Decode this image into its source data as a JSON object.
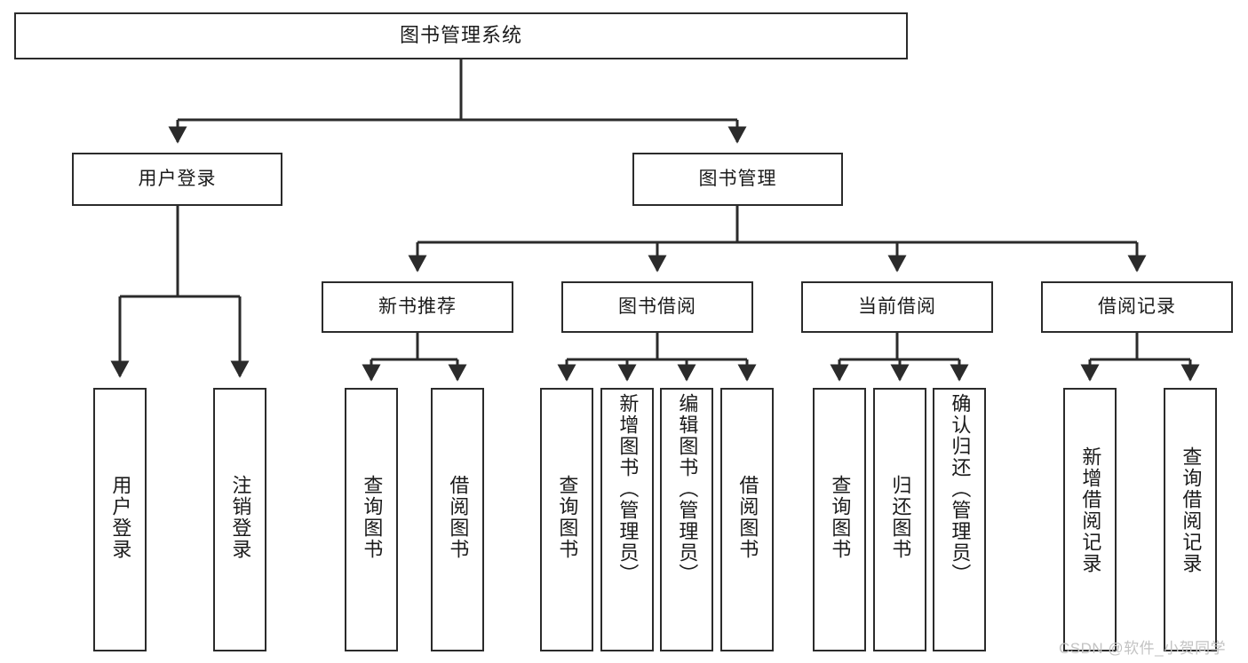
{
  "diagram": {
    "title": "图书管理系统",
    "type": "hierarchy-tree",
    "stroke_color": "#2b2b2b",
    "background_color": "#ffffff",
    "root": {
      "label": "图书管理系统"
    },
    "level2": [
      {
        "label": "用户登录"
      },
      {
        "label": "图书管理"
      }
    ],
    "level3": [
      {
        "label": "新书推荐"
      },
      {
        "label": "图书借阅"
      },
      {
        "label": "当前借阅"
      },
      {
        "label": "借阅记录"
      }
    ],
    "leaves": {
      "user_login": [
        {
          "label": "用户登录"
        },
        {
          "label": "注销登录"
        }
      ],
      "new_book_recommend": [
        {
          "label": "查询图书"
        },
        {
          "label": "借阅图书"
        }
      ],
      "book_borrow": [
        {
          "label": "查询图书"
        },
        {
          "label": "新增图书（管理员）"
        },
        {
          "label": "编辑图书（管理员）"
        },
        {
          "label": "借阅图书"
        }
      ],
      "current_borrow": [
        {
          "label": "查询图书"
        },
        {
          "label": "归还图书"
        },
        {
          "label": "确认归还（管理员）"
        }
      ],
      "borrow_record": [
        {
          "label": "新增借阅记录"
        },
        {
          "label": "查询借阅记录"
        }
      ]
    }
  },
  "watermark": {
    "text": "CSDN @软件_小贺同学"
  }
}
